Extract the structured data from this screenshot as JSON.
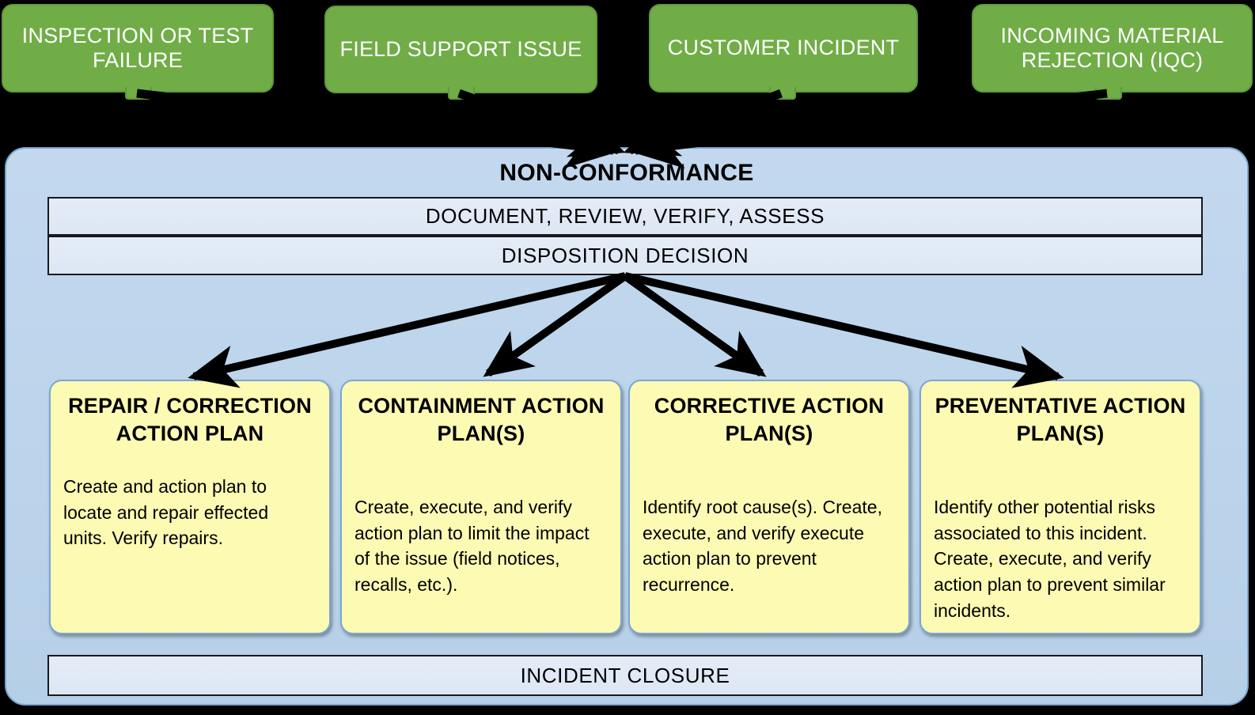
{
  "diagram": {
    "title": "NON-CONFORMANCE",
    "colors": {
      "background": "#000000",
      "source_box_fill": "#70ad47",
      "source_box_text": "#ffffff",
      "panel_fill": "#bdd5ec",
      "panel_border": "#7ba7d0",
      "strip_fill": "#e4ecf7",
      "strip_border": "#16191c",
      "card_fill": "#fdfab4",
      "card_border": "#7ba7d0",
      "arrow": "#000000"
    }
  },
  "sources": [
    {
      "label": "INSPECTION OR TEST FAILURE"
    },
    {
      "label": "FIELD SUPPORT ISSUE"
    },
    {
      "label": "CUSTOMER INCIDENT"
    },
    {
      "label": "INCOMING MATERIAL REJECTION (IQC)"
    }
  ],
  "process": {
    "document_step": "DOCUMENT, REVIEW, VERIFY, ASSESS",
    "disposition_step": "DISPOSITION  DECISION",
    "closure_step": "INCIDENT CLOSURE"
  },
  "action_plans": [
    {
      "title": "REPAIR / CORRECTION ACTION PLAN",
      "body": "Create and action plan to locate and repair effected units.  Verify repairs."
    },
    {
      "title": "CONTAINMENT ACTION PLAN(S)",
      "body": "Create, execute, and verify action plan to limit the impact of the issue (field notices, recalls, etc.)."
    },
    {
      "title": "CORRECTIVE ACTION PLAN(S)",
      "body": "Identify root cause(s). Create, execute, and verify execute action plan to prevent recurrence."
    },
    {
      "title": "PREVENTATIVE ACTION PLAN(S)",
      "body": "Identify other potential risks associated to this incident.  Create, execute, and verify action plan to prevent similar incidents."
    }
  ]
}
